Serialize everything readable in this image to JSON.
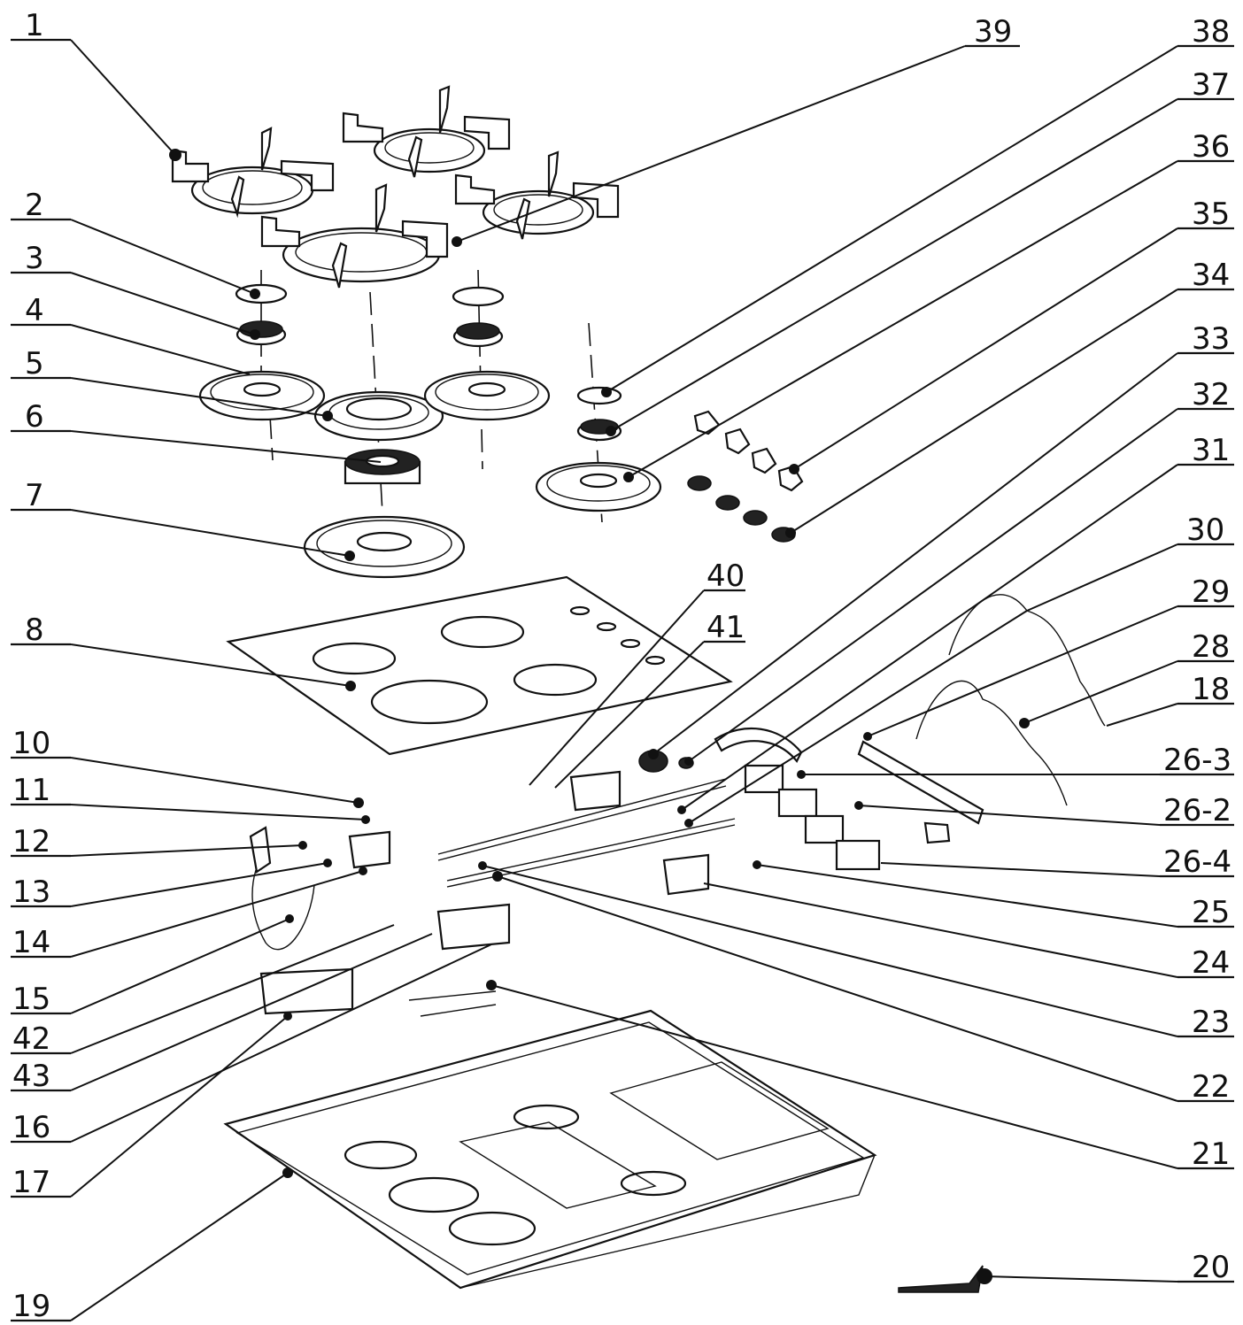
{
  "callouts": [
    {
      "label": "1"
    },
    {
      "label": "2"
    },
    {
      "label": "3"
    },
    {
      "label": "4"
    },
    {
      "label": "5"
    },
    {
      "label": "6"
    },
    {
      "label": "7"
    },
    {
      "label": "8"
    },
    {
      "label": "10"
    },
    {
      "label": "11"
    },
    {
      "label": "12"
    },
    {
      "label": "13"
    },
    {
      "label": "14"
    },
    {
      "label": "15"
    },
    {
      "label": "42"
    },
    {
      "label": "43"
    },
    {
      "label": "16"
    },
    {
      "label": "17"
    },
    {
      "label": "19"
    },
    {
      "label": "39"
    },
    {
      "label": "38"
    },
    {
      "label": "37"
    },
    {
      "label": "36"
    },
    {
      "label": "35"
    },
    {
      "label": "34"
    },
    {
      "label": "33"
    },
    {
      "label": "32"
    },
    {
      "label": "31"
    },
    {
      "label": "30"
    },
    {
      "label": "29"
    },
    {
      "label": "28"
    },
    {
      "label": "18"
    },
    {
      "label": "26-3"
    },
    {
      "label": "26-2"
    },
    {
      "label": "26-4"
    },
    {
      "label": "25"
    },
    {
      "label": "24"
    },
    {
      "label": "23"
    },
    {
      "label": "22"
    },
    {
      "label": "21"
    },
    {
      "label": "20"
    },
    {
      "label": "40"
    },
    {
      "label": "41"
    }
  ]
}
